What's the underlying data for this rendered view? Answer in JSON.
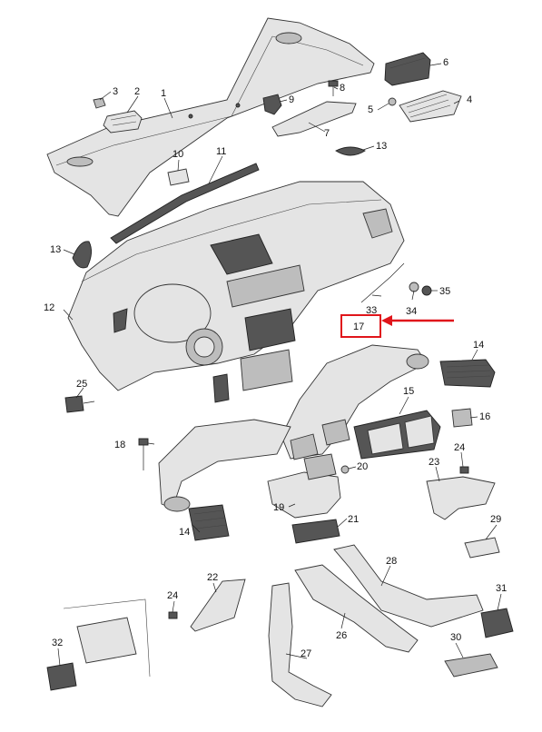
{
  "callouts": [
    {
      "id": "c1",
      "text": "1"
    },
    {
      "id": "c2",
      "text": "2"
    },
    {
      "id": "c3",
      "text": "3"
    },
    {
      "id": "c4",
      "text": "4"
    },
    {
      "id": "c5",
      "text": "5"
    },
    {
      "id": "c6",
      "text": "6"
    },
    {
      "id": "c7",
      "text": "7"
    },
    {
      "id": "c8",
      "text": "8"
    },
    {
      "id": "c9",
      "text": "9"
    },
    {
      "id": "c10",
      "text": "10"
    },
    {
      "id": "c11",
      "text": "11"
    },
    {
      "id": "c12",
      "text": "12"
    },
    {
      "id": "c13a",
      "text": "13"
    },
    {
      "id": "c13b",
      "text": "13"
    },
    {
      "id": "c14a",
      "text": "14"
    },
    {
      "id": "c14b",
      "text": "14"
    },
    {
      "id": "c15",
      "text": "15"
    },
    {
      "id": "c16",
      "text": "16"
    },
    {
      "id": "c18",
      "text": "18"
    },
    {
      "id": "c19",
      "text": "19"
    },
    {
      "id": "c20",
      "text": "20"
    },
    {
      "id": "c21",
      "text": "21"
    },
    {
      "id": "c22",
      "text": "22"
    },
    {
      "id": "c23",
      "text": "23"
    },
    {
      "id": "c24a",
      "text": "24"
    },
    {
      "id": "c24b",
      "text": "24"
    },
    {
      "id": "c25",
      "text": "25"
    },
    {
      "id": "c26",
      "text": "26"
    },
    {
      "id": "c27",
      "text": "27"
    },
    {
      "id": "c28",
      "text": "28"
    },
    {
      "id": "c29",
      "text": "29"
    },
    {
      "id": "c30",
      "text": "30"
    },
    {
      "id": "c31",
      "text": "31"
    },
    {
      "id": "c32",
      "text": "32"
    },
    {
      "id": "c33",
      "text": "33"
    },
    {
      "id": "c34",
      "text": "34"
    },
    {
      "id": "c35",
      "text": "35"
    }
  ],
  "highlight": {
    "text": "17",
    "color": "#e0151b"
  }
}
